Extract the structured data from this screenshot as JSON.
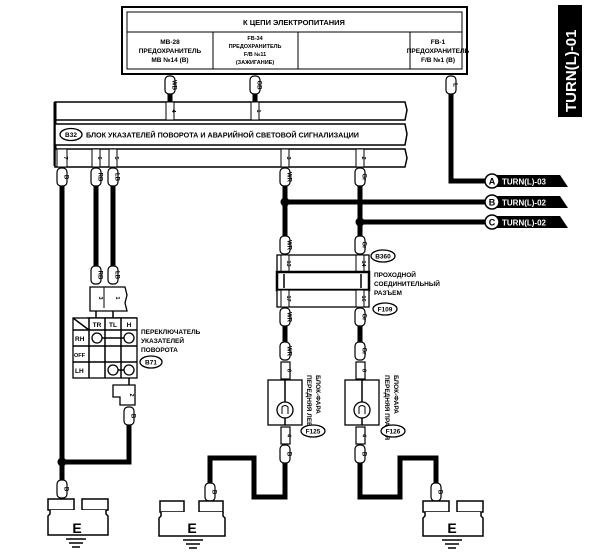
{
  "page_tag": "TURN(L)-01",
  "power_box": {
    "title": "К ЦЕПИ ЭЛЕКТРОПИТАНИЯ",
    "fuses": [
      {
        "lines": [
          "MB-28",
          "ПРЕДОХРАНИТЕЛЬ",
          "MB №14 (B)"
        ],
        "wire": "WB"
      },
      {
        "lines": [
          "FB-34",
          "ПРЕДОХРАНИТЕЛЬ",
          "F/B №11",
          "(ЗАЖИГАНИЕ)"
        ],
        "wire": "GB"
      },
      {
        "lines": [],
        "wire": ""
      },
      {
        "lines": [
          "FB-1",
          "ПРЕДОХРАНИТЕЛЬ",
          "F/B №1 (B)"
        ],
        "wire": "L"
      }
    ]
  },
  "flasher_unit": {
    "id": "B32",
    "name": "БЛОК УКАЗАТЕЛЕЙ ПОВОРОТА И АВАРИЙНОЙ СВЕТОВОЙ СИГНАЛИЗАЦИИ",
    "top_pins": [
      "4",
      "1"
    ],
    "bottom_pins": [
      "7",
      "6",
      "5",
      "3",
      "2"
    ],
    "bottom_wires": [
      "B",
      "RB",
      "LB",
      "WR",
      "Gr"
    ]
  },
  "references": [
    {
      "letter": "A",
      "target": "TURN(L)-03"
    },
    {
      "letter": "B",
      "target": "TURN(L)-02"
    },
    {
      "letter": "C",
      "target": "TURN(L)-02"
    }
  ],
  "switch": {
    "id": "B71",
    "name_lines": [
      "ПЕРЕКЛЮЧАТЕЛЬ",
      "УКАЗАТЕЛЕЙ",
      "ПОВОРОТА"
    ],
    "columns": [
      "TR",
      "TL",
      "H"
    ],
    "rows": [
      "RH",
      "OFF",
      "LH"
    ],
    "connector_pins": [
      "3",
      "1"
    ],
    "connector_wires": [
      "RB",
      "LB"
    ],
    "out_pin": "2",
    "out_wire": "B"
  },
  "joint_connector": {
    "top_id": "B360",
    "bottom_id": "F109",
    "name_lines": [
      "ПРОХОДНОЙ",
      "СОЕДИНИТЕЛЬНЫЙ",
      "РАЗЪЕМ"
    ],
    "top_pins": [
      "13",
      "14"
    ],
    "bottom_pins": [
      "17",
      "16"
    ],
    "wires": [
      "WR",
      "Gr"
    ]
  },
  "lamps": [
    {
      "id": "F125",
      "name_lines": [
        "ПЕРЕДНЯЯ ЛЕВАЯ",
        "БЛОК-ФАРА"
      ],
      "pin_in": "8",
      "pin_out": "4",
      "wire_in": "WR",
      "wire_out": "B"
    },
    {
      "id": "F126",
      "name_lines": [
        "ПЕРЕДНЯЯ ПРАВАЯ",
        "БЛОК-ФАРА"
      ],
      "pin_in": "8",
      "pin_out": "4",
      "wire_in": "Gr",
      "wire_out": "B"
    }
  ],
  "grounds": [
    {
      "label": "E",
      "wire": "B"
    },
    {
      "label": "E",
      "wire": "B"
    },
    {
      "label": "E",
      "wire": "B"
    }
  ]
}
